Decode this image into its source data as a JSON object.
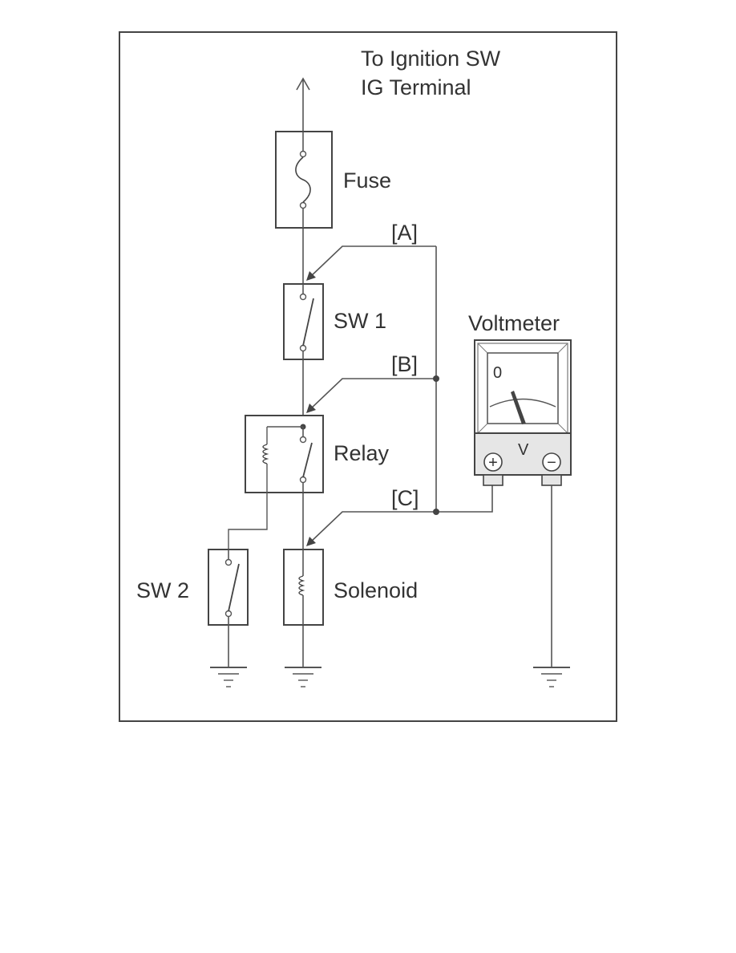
{
  "labels": {
    "ignition_line1": "To Ignition SW",
    "ignition_line2": "IG Terminal",
    "fuse": "Fuse",
    "sw1": "SW 1",
    "relay": "Relay",
    "sw2": "SW 2",
    "solenoid": "Solenoid",
    "voltmeter": "Voltmeter",
    "point_a": "[A]",
    "point_b": "[B]",
    "point_c": "[C]"
  },
  "meter": {
    "zero_mark": "0",
    "unit": "V",
    "plus": "+",
    "minus": "−"
  },
  "colors": {
    "wire": "#555555",
    "frame": "#444444",
    "text": "#333333"
  }
}
